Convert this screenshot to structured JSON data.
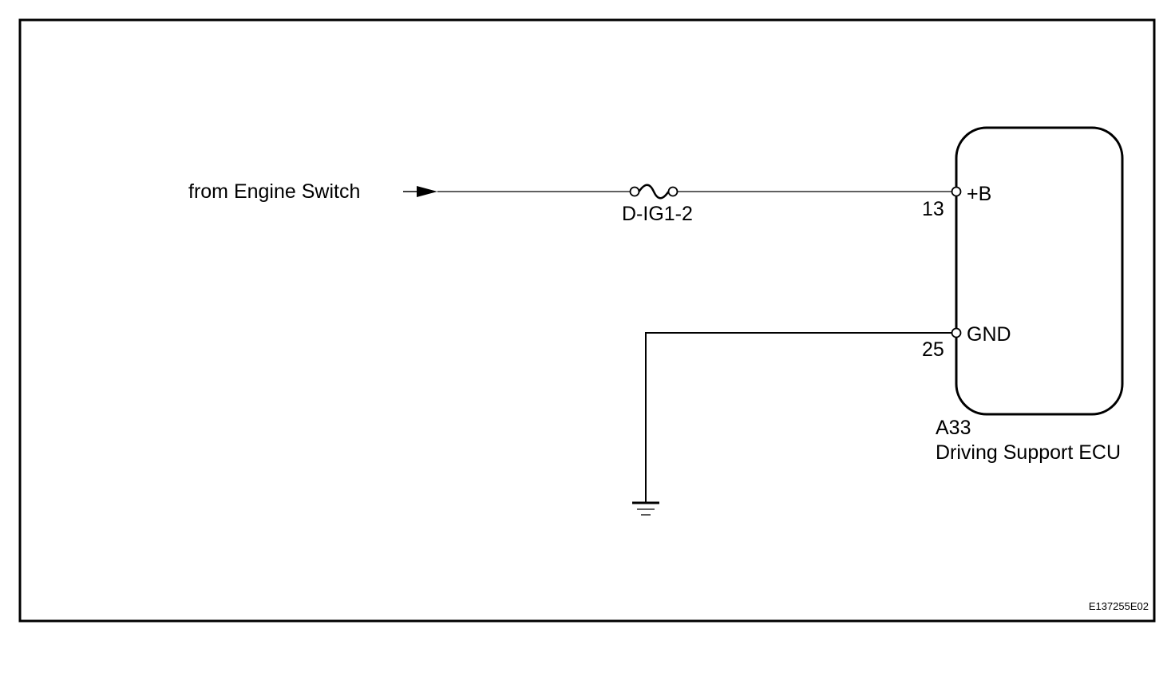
{
  "source": {
    "text": "from Engine Switch"
  },
  "fuse": {
    "label": "D-IG1-2"
  },
  "ecu": {
    "connector": "A33",
    "name": "Driving Support ECU",
    "pins": [
      {
        "terminal": "13",
        "signal": "+B"
      },
      {
        "terminal": "25",
        "signal": "GND"
      }
    ]
  },
  "figure_code": "E137255E02",
  "colors": {
    "line": "#000000",
    "background": "#ffffff"
  }
}
